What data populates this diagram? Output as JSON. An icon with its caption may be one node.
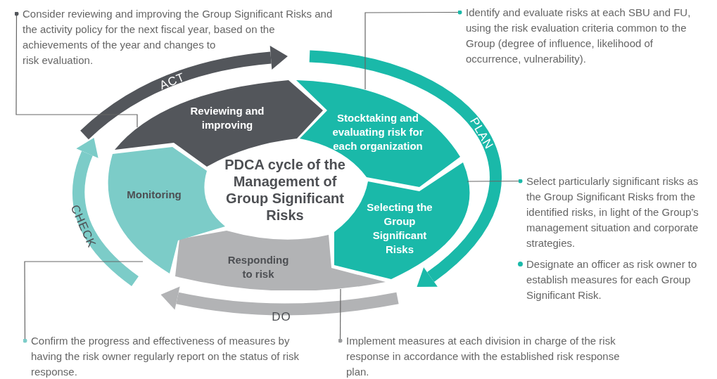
{
  "diagram": {
    "nodes": [
      {
        "text": [
          "PDCA cycle of the Management of Group Significant Risks"
        ]
      },
      {
        "text": [
          "Reviewing and improving"
        ]
      },
      {
        "text": [
          "Stocktaking and evaluating risk for each organization"
        ]
      },
      {
        "text": [
          "Selecting the Group Significant Risks"
        ]
      },
      {
        "text": [
          "Responding to risk"
        ]
      },
      {
        "text": [
          "Monitoring"
        ]
      },
      {
        "text": [
          "Consider reviewing and improving the Group Significant Risks and the activity policy for the next fiscal year, based on the achievements of the year and changes to risk evaluation."
        ]
      },
      {
        "text": [
          "Identify and evaluate risks at each SBU and FU, using the risk evaluation criteria common to the Group (degree of influence, likelihood of occurrence, vulnerability)."
        ]
      },
      {
        "text": [
          "Select particularly significant risks as the Group Significant Risks from the identified risks, in light of the Group’s management situation and corporate strategies.",
          "Designate an officer as risk owner to establish measures for each Group Significant Risk."
        ]
      },
      {
        "text": [
          "Implement measures at each division in charge of the risk response in accordance with the established risk response plan."
        ]
      },
      {
        "text": [
          "Confirm the progress and effectiveness of measures by having the risk owner regularly report on the status of risk response."
        ]
      }
    ],
    "edges": [
      {
        "from": 6,
        "to": 1,
        "arrow": "other"
      },
      {
        "from": 7,
        "to": 2,
        "arrow": "other"
      },
      {
        "from": 8,
        "to": 3,
        "arrow": "other"
      },
      {
        "from": 9,
        "to": 4,
        "arrow": "other"
      },
      {
        "from": 10,
        "to": 5,
        "arrow": "other"
      }
    ],
    "labels": [
      "ACT",
      "PLAN",
      "CHECK",
      "DO"
    ]
  }
}
